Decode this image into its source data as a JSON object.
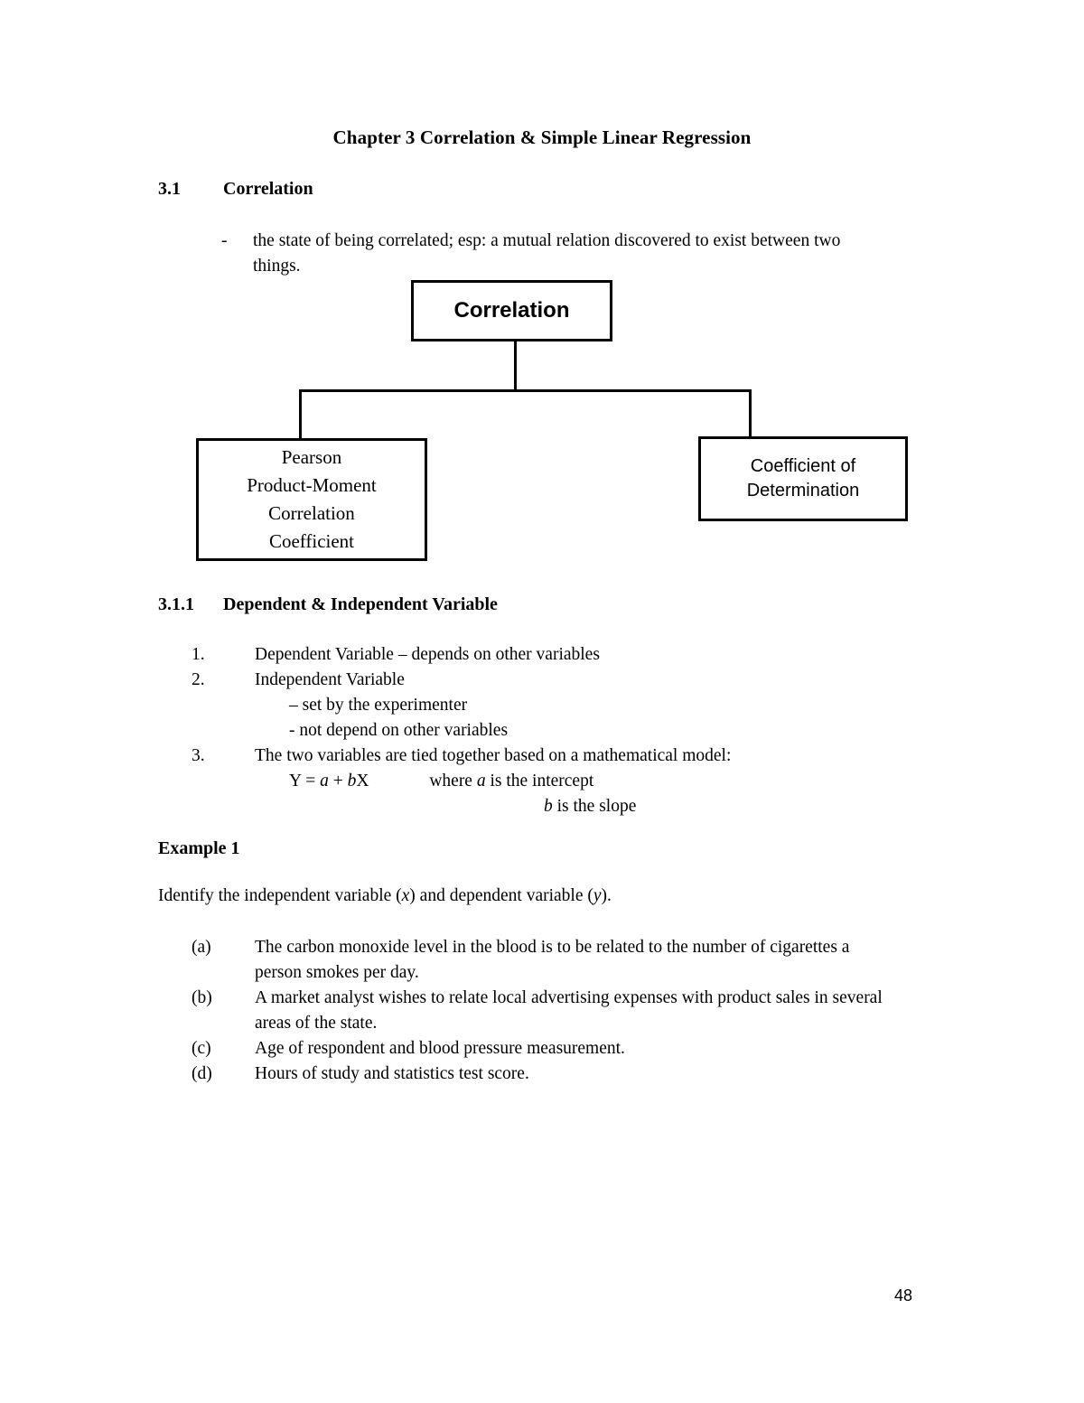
{
  "document": {
    "title": "Chapter 3 Correlation & Simple Linear Regression",
    "page_number": "48"
  },
  "section_3_1": {
    "number": "3.1",
    "title": "Correlation",
    "bullet_mark": "-",
    "definition": "the state of being correlated; esp:  a mutual relation discovered to exist between two things."
  },
  "diagram": {
    "root": "Correlation",
    "left_lines": [
      "Pearson",
      "Product-Moment",
      "Correlation",
      "Coefficient"
    ],
    "right_lines": [
      "Coefficient of",
      "Determination"
    ]
  },
  "section_3_1_1": {
    "number": "3.1.1",
    "title": "Dependent & Independent Variable",
    "items": [
      {
        "mark": "1.",
        "text": "Dependent Variable – depends on other variables"
      },
      {
        "mark": "2.",
        "text": "Independent Variable"
      },
      {
        "mark": "3.",
        "text": "The two variables are tied together based on a mathematical model:"
      }
    ],
    "sub_items": [
      "– set by the  experimenter",
      "- not depend on other variables"
    ],
    "formula": {
      "equation_y": "Y = ",
      "equation_a": "a",
      "equation_plus": " + ",
      "equation_b": "b",
      "equation_x": "X",
      "where_prefix": "where ",
      "where_a": "a",
      "where_a_text": " is the intercept",
      "where_b": "b",
      "where_b_text": " is the slope"
    }
  },
  "example_1": {
    "heading": "Example 1",
    "prompt_part1": "Identify the independent variable (",
    "prompt_x": "x",
    "prompt_part2": ") and dependent variable (",
    "prompt_y": "y",
    "prompt_part3": ").",
    "items": [
      {
        "mark": "(a)",
        "text": "The carbon monoxide level in the blood is to be related to the number of cigarettes a person smokes per day."
      },
      {
        "mark": "(b)",
        "text": "A market analyst wishes to relate local advertising expenses with product sales in several areas of the state."
      },
      {
        "mark": "(c)",
        "text": "Age of respondent and blood pressure measurement."
      },
      {
        "mark": "(d)",
        "text": "Hours of study and statistics test score."
      }
    ]
  }
}
